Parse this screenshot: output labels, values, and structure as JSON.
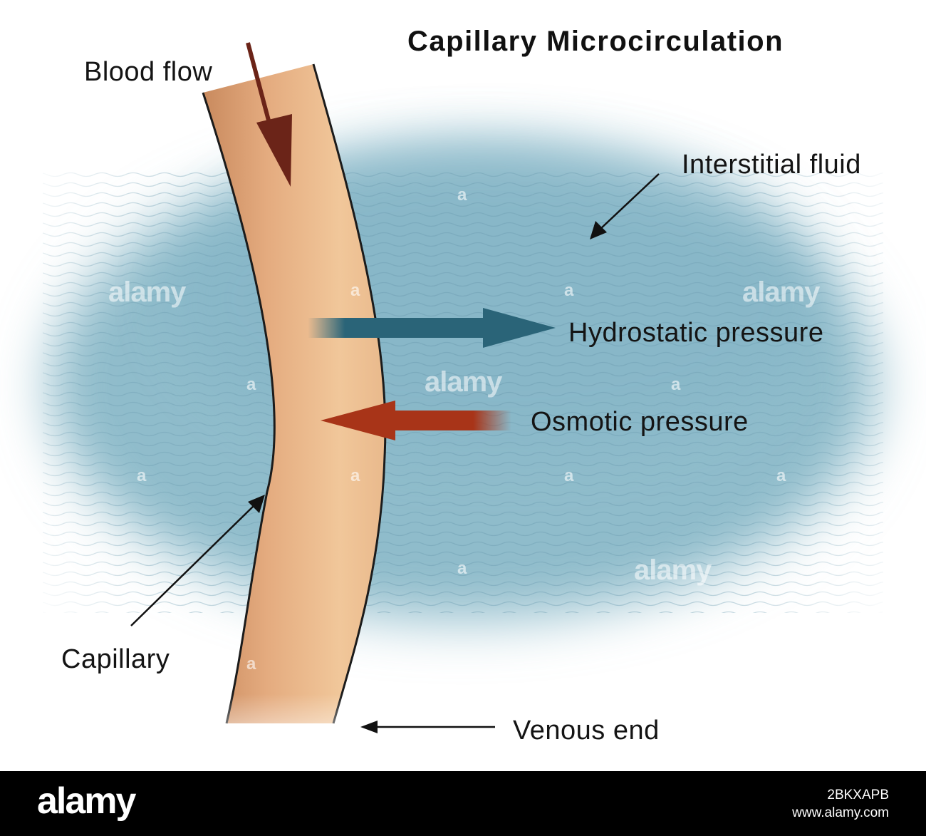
{
  "diagram": {
    "title": "Capillary Microcirculation",
    "labels": {
      "blood_flow": "Blood flow",
      "interstitial_fluid": "Interstitial fluid",
      "hydrostatic_pressure": "Hydrostatic pressure",
      "osmotic_pressure": "Osmotic pressure",
      "capillary": "Capillary",
      "venous_end": "Venous end"
    },
    "colors": {
      "fluid": "#8fbccb",
      "capillary": "#e7b88e",
      "hydrostatic_arrow": "#2a6478",
      "osmotic_arrow": "#a83418",
      "blood_flow_arrow": "#6b2418"
    }
  },
  "watermark": {
    "text": "alamy",
    "mark": "a"
  },
  "footer": {
    "logo": "alamy",
    "image_id": "2BKXAPB",
    "site": "www.alamy.com"
  }
}
